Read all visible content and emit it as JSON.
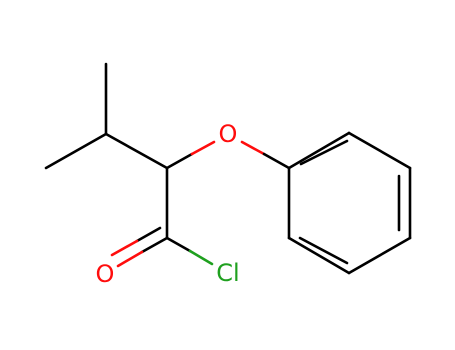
{
  "molecule": {
    "atoms": {
      "oxygen_ether": {
        "symbol": "O",
        "color": "#ff0d0d"
      },
      "oxygen_carbonyl": {
        "symbol": "O",
        "color": "#ff0d0d"
      },
      "chlorine": {
        "symbol": "Cl",
        "color": "#1fa01f"
      }
    },
    "bond_color": "#000000"
  }
}
